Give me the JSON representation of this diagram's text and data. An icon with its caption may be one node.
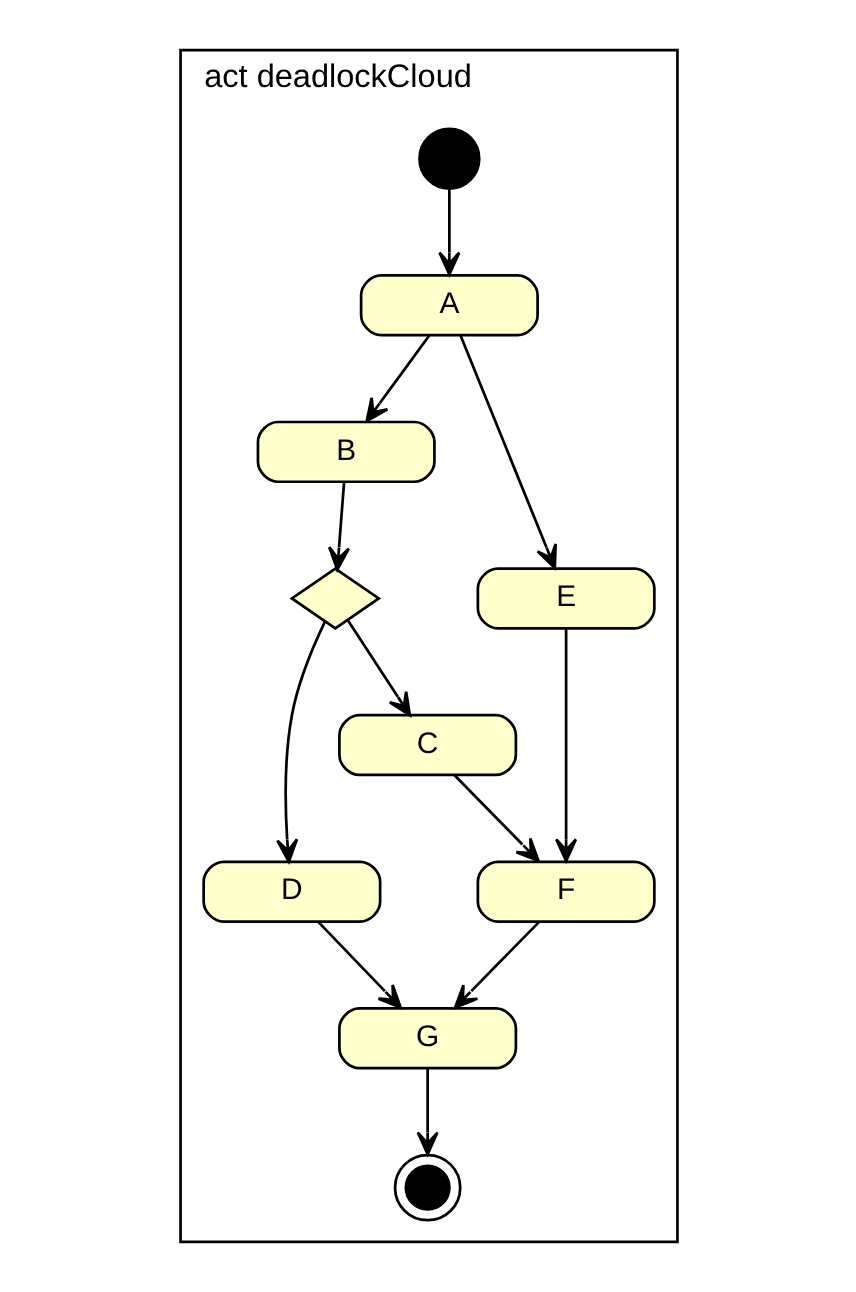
{
  "diagram": {
    "nodes": [
      {
        "text": [
          "act deadlockCloud"
        ]
      },
      {
        "text": [],
        "shape": "circle",
        "in": 0
      },
      {
        "text": [
          "A"
        ],
        "in": 0
      },
      {
        "text": [
          "B"
        ],
        "in": 0
      },
      {
        "text": [
          "E"
        ],
        "in": 0
      },
      {
        "text": [],
        "shape": "diamond",
        "in": 0
      },
      {
        "text": [
          "D"
        ],
        "in": 0
      },
      {
        "text": [
          "C"
        ],
        "in": 0
      },
      {
        "text": [
          "F"
        ],
        "in": 0
      },
      {
        "text": [
          "G"
        ],
        "in": 0
      },
      {
        "text": [],
        "shape": "bullseye",
        "in": 0
      }
    ],
    "edges": [
      {
        "from": 1,
        "to": 2,
        "arrow": "to"
      },
      {
        "from": 2,
        "to": 3,
        "arrow": "to"
      },
      {
        "from": 2,
        "to": 4,
        "arrow": "to"
      },
      {
        "from": 3,
        "to": 5,
        "arrow": "to"
      },
      {
        "from": 5,
        "to": 6,
        "arrow": "to"
      },
      {
        "from": 5,
        "to": 7,
        "arrow": "to"
      },
      {
        "from": 7,
        "to": 8,
        "arrow": "to"
      },
      {
        "from": 4,
        "to": 8,
        "arrow": "to"
      },
      {
        "from": 6,
        "to": 9,
        "arrow": "to"
      },
      {
        "from": 8,
        "to": 9,
        "arrow": "to"
      },
      {
        "from": 9,
        "to": 10,
        "arrow": "to"
      }
    ]
  }
}
